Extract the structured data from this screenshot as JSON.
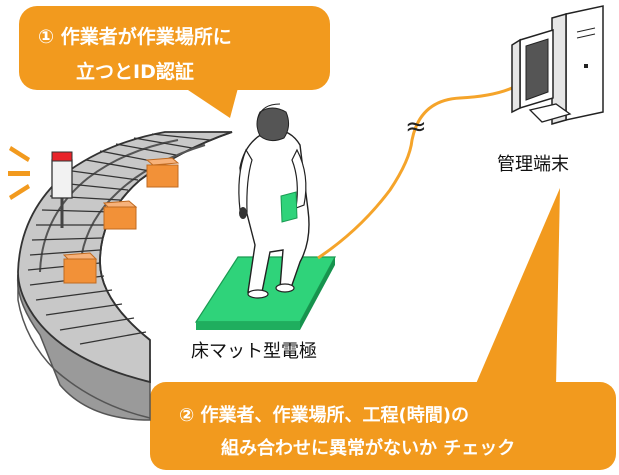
{
  "callout1": {
    "line1": "① 作業者が作業場所に",
    "line2": "立つとID認証"
  },
  "callout2": {
    "line1": "② 作業者、作業場所、工程(時間)の",
    "line2": "組み合わせに異常がないか チェック"
  },
  "labels": {
    "terminal": "管理端末",
    "floor_mat": "床マット型電極",
    "wireless_symbol": "≈"
  },
  "colors": {
    "callout_orange": "#f29a1e",
    "cable_orange": "#f5a42a",
    "mat_green": "#2fd37a",
    "box_orange": "#f29138",
    "worker_suit": "#ffffff",
    "worker_head": "#555555",
    "signal_light_red": "#e8242a",
    "alert_marks": "#f29a1e"
  }
}
